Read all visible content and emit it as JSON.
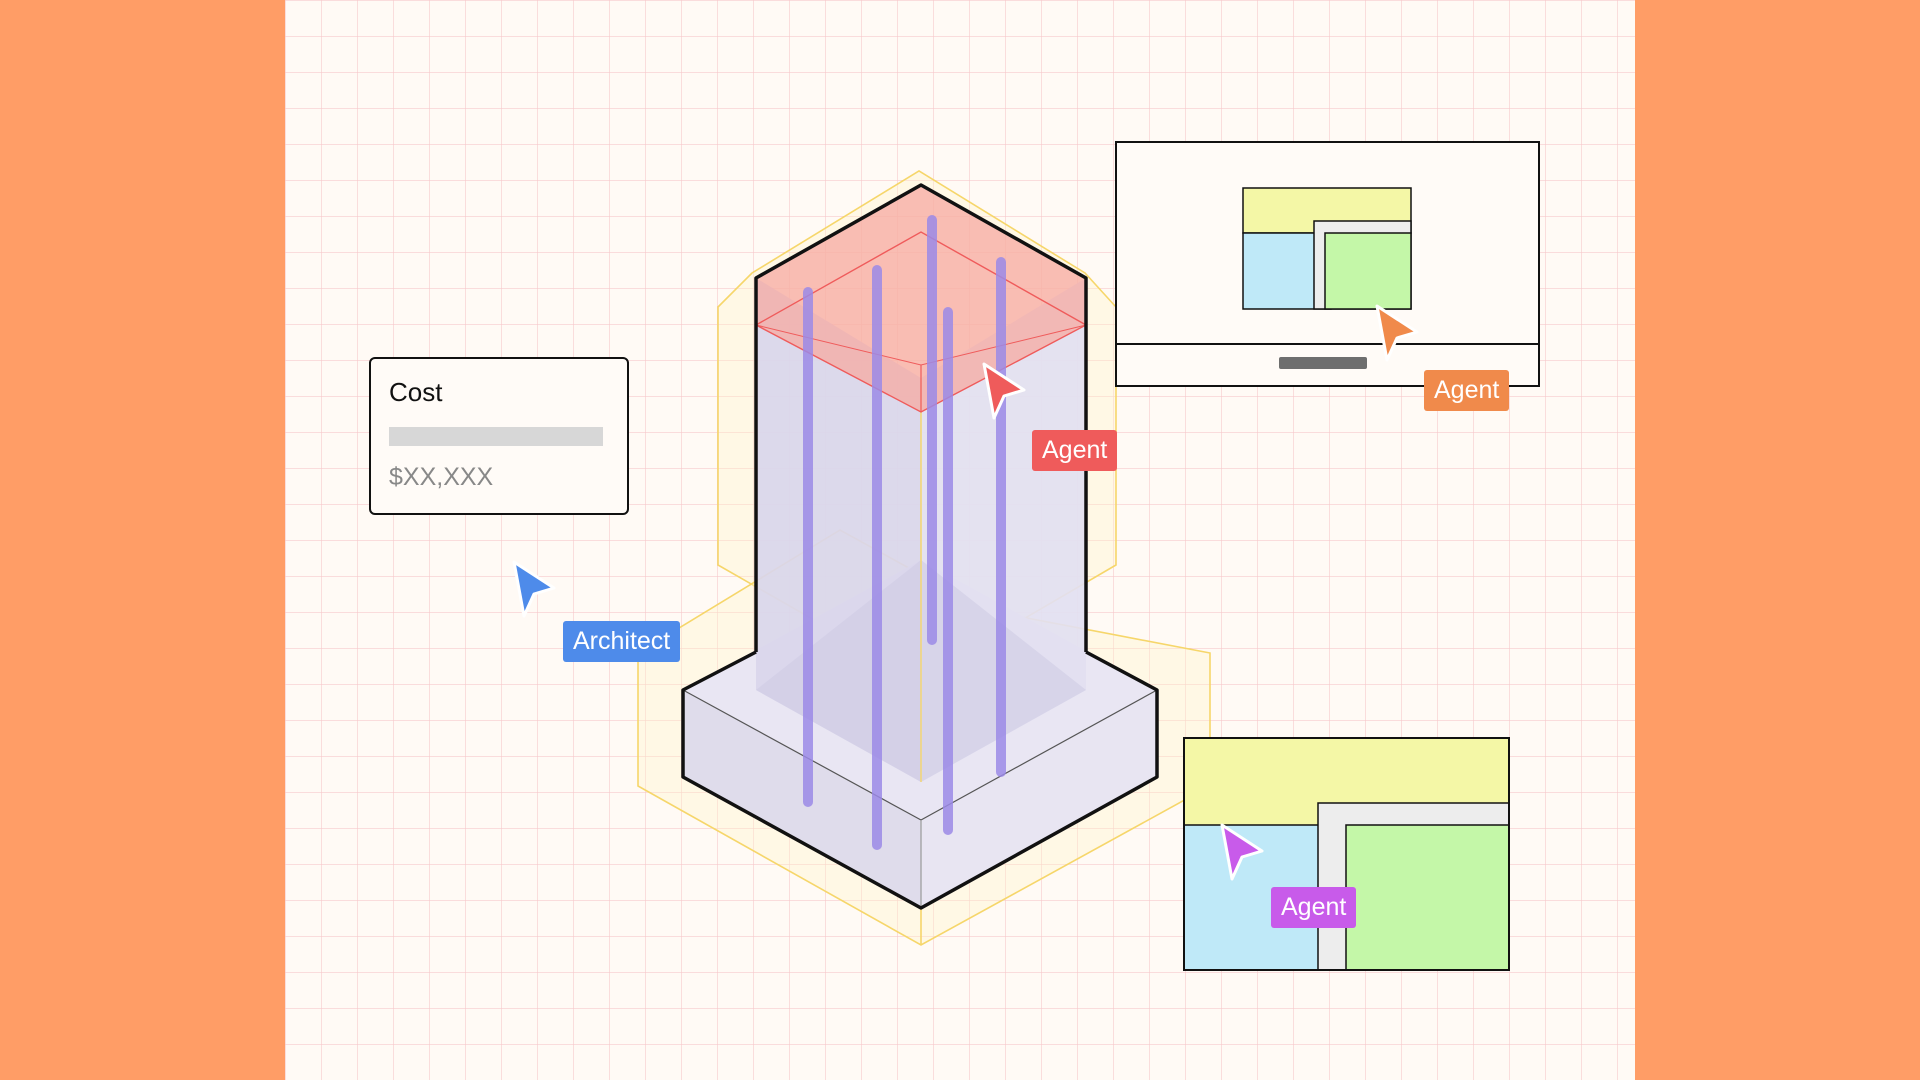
{
  "cost_card": {
    "title": "Cost",
    "value": "$XX,XXX"
  },
  "cursors": {
    "architect_label": "Architect",
    "agent_red_label": "Agent",
    "agent_orange_label": "Agent",
    "agent_purple_label": "Agent"
  },
  "colors": {
    "page_background": "#FF9D66",
    "canvas_background": "#FFFAF5",
    "grid_line": "#F6C9CC",
    "architect": "#4E8BEA",
    "agent_red": "#EF5B5B",
    "agent_orange": "#F08A4B",
    "agent_purple": "#C85BEA",
    "room_yellow": "#F4F7A6",
    "room_blue": "#BFE9F8",
    "room_green": "#C4F7A8",
    "building_lavender": "#DCD8EC",
    "roof_red": "#F7A9A2",
    "column_purple": "#9B8AE6",
    "outline_yellow": "#F6D66A"
  },
  "icons": [
    "architect-cursor-icon",
    "agent-cursor-icon"
  ]
}
